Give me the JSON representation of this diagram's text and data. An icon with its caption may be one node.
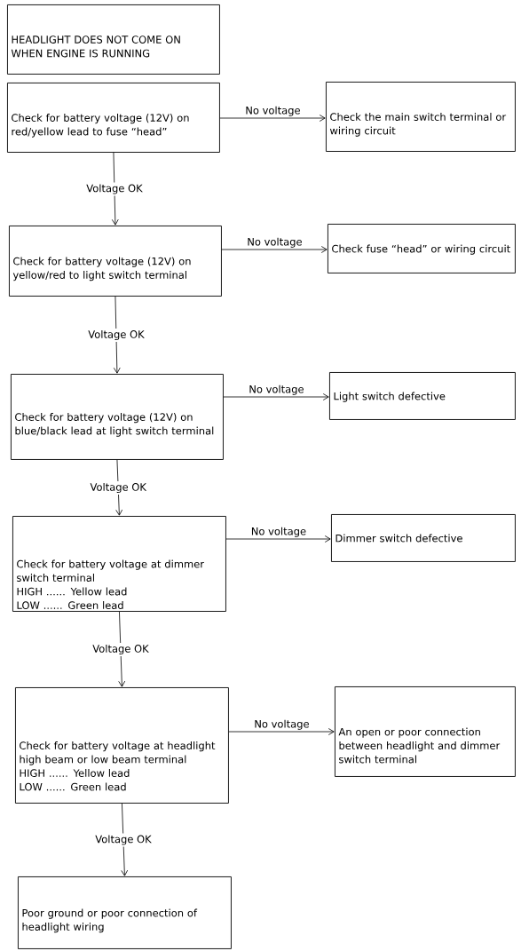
{
  "diagram": {
    "nodes": [
      {
        "text": [
          "HEADLIGHT DOES NOT COME ON WHEN ENGINE IS RUNNING"
        ]
      },
      {
        "text": [
          "Check for battery voltage (12V) on red/yellow lead to fuse “head”"
        ]
      },
      {
        "text": [
          "Check the main switch terminal or wiring circuit"
        ]
      },
      {
        "text": [
          "Check for battery voltage (12V) on yellow/red to light switch terminal"
        ]
      },
      {
        "text": [
          "Check fuse “head” or wiring circuit"
        ]
      },
      {
        "text": [
          "Check for battery voltage (12V) on blue/black lead at light switch terminal"
        ]
      },
      {
        "text": [
          "Light switch defective"
        ]
      },
      {
        "text": [
          "Check for battery voltage at dimmer switch terminal",
          "HIGH ...... Yellow lead",
          "LOW ...... Green lead"
        ]
      },
      {
        "text": [
          "Dimmer switch defective"
        ]
      },
      {
        "text": [
          "Check for battery voltage at headlight high beam or low beam terminal",
          "HIGH ...... Yellow lead",
          "LOW ...... Green lead"
        ]
      },
      {
        "text": [
          "An open or poor connection between headlight and dimmer switch terminal"
        ]
      },
      {
        "text": [
          "Poor ground or poor connection of headlight wiring"
        ]
      }
    ],
    "edges": [
      {
        "from": 1,
        "to": 2,
        "arrow": "to",
        "label": "No voltage"
      },
      {
        "from": 1,
        "to": 3,
        "arrow": "to",
        "label": "Voltage OK"
      },
      {
        "from": 3,
        "to": 4,
        "arrow": "to",
        "label": "No voltage"
      },
      {
        "from": 3,
        "to": 5,
        "arrow": "to",
        "label": "Voltage OK"
      },
      {
        "from": 5,
        "to": 6,
        "arrow": "to",
        "label": "No voltage"
      },
      {
        "from": 5,
        "to": 7,
        "arrow": "to",
        "label": "Voltage OK"
      },
      {
        "from": 7,
        "to": 8,
        "arrow": "to",
        "label": "No voltage"
      },
      {
        "from": 7,
        "to": 9,
        "arrow": "to",
        "label": "Voltage OK"
      },
      {
        "from": 9,
        "to": 10,
        "arrow": "to",
        "label": "No voltage"
      },
      {
        "from": 9,
        "to": 11,
        "arrow": "to",
        "label": "Voltage OK"
      }
    ]
  }
}
